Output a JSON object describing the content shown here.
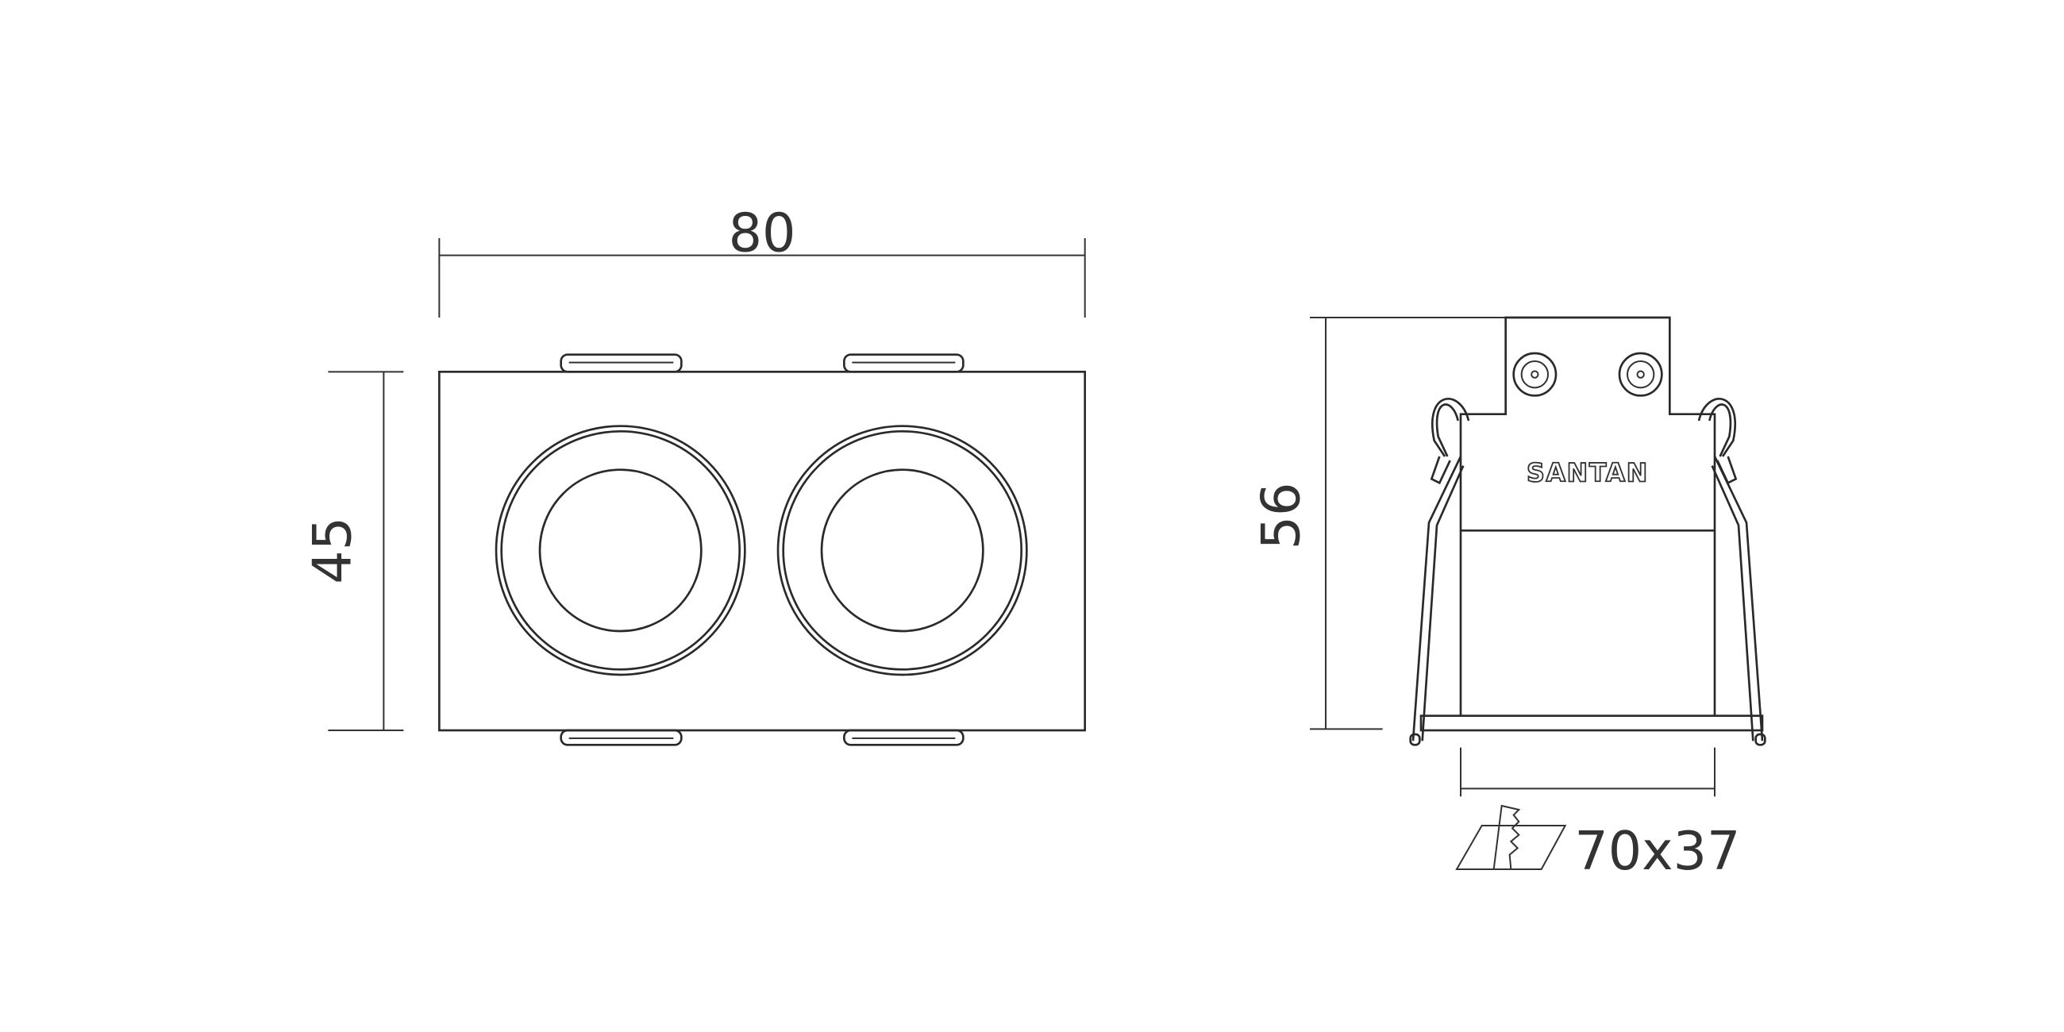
{
  "front_view": {
    "width_dimension": "80",
    "height_dimension": "45"
  },
  "side_view": {
    "height_dimension": "56",
    "brand_logo": "SANTAN",
    "cutout_icon": "saw-cutout-icon",
    "cutout_dimension": "70x37"
  },
  "colors": {
    "line": "#2a2a2a",
    "text": "#333333",
    "background": "#ffffff"
  }
}
